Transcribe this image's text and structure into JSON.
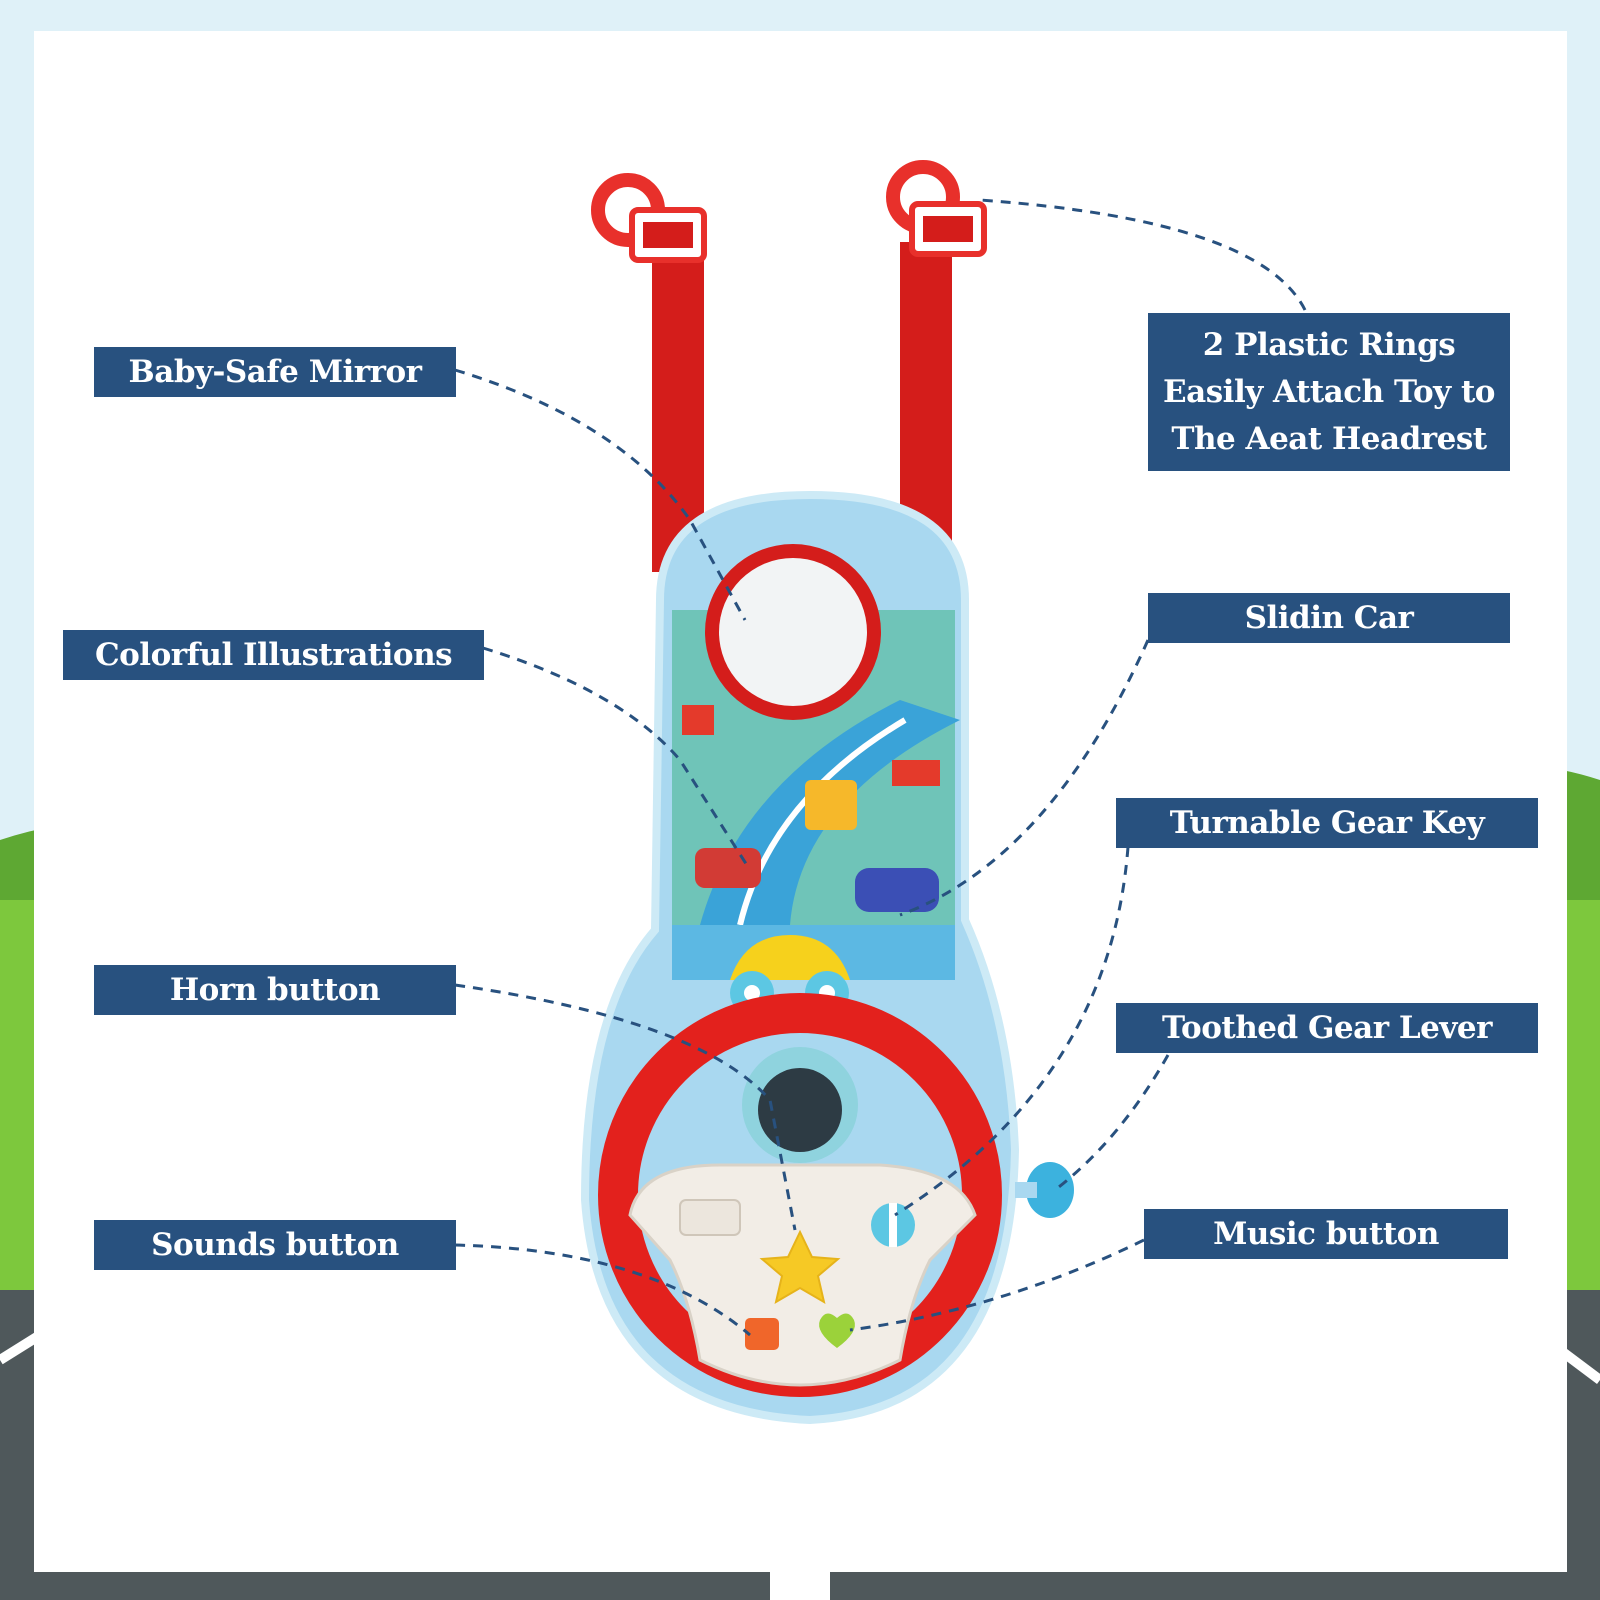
{
  "colors": {
    "label_bg": "#28517f",
    "label_text": "#ffffff",
    "sky": "#dff1f8",
    "grass": "#7dc83d",
    "road": "#4f585b",
    "strap_red": "#d41d1b",
    "wheel_red": "#e3211d",
    "panel_blue": "#a9d8f0"
  },
  "labels": {
    "mirror": "Baby-Safe Mirror",
    "illustrations": "Colorful Illustrations",
    "horn": "Horn button",
    "sounds": "Sounds button",
    "rings": [
      "2 Plastic Rings",
      "Easily Attach Toy to",
      "The Aeat Headrest"
    ],
    "car": "Slidin Car",
    "gear_key": "Turnable Gear Key",
    "gear_lever": "Toothed Gear Lever",
    "music": "Music button"
  },
  "icons": {
    "mirror": "round-mirror-icon",
    "horn": "star-horn-icon",
    "music": "heart-music-icon",
    "sounds": "square-sounds-icon"
  }
}
